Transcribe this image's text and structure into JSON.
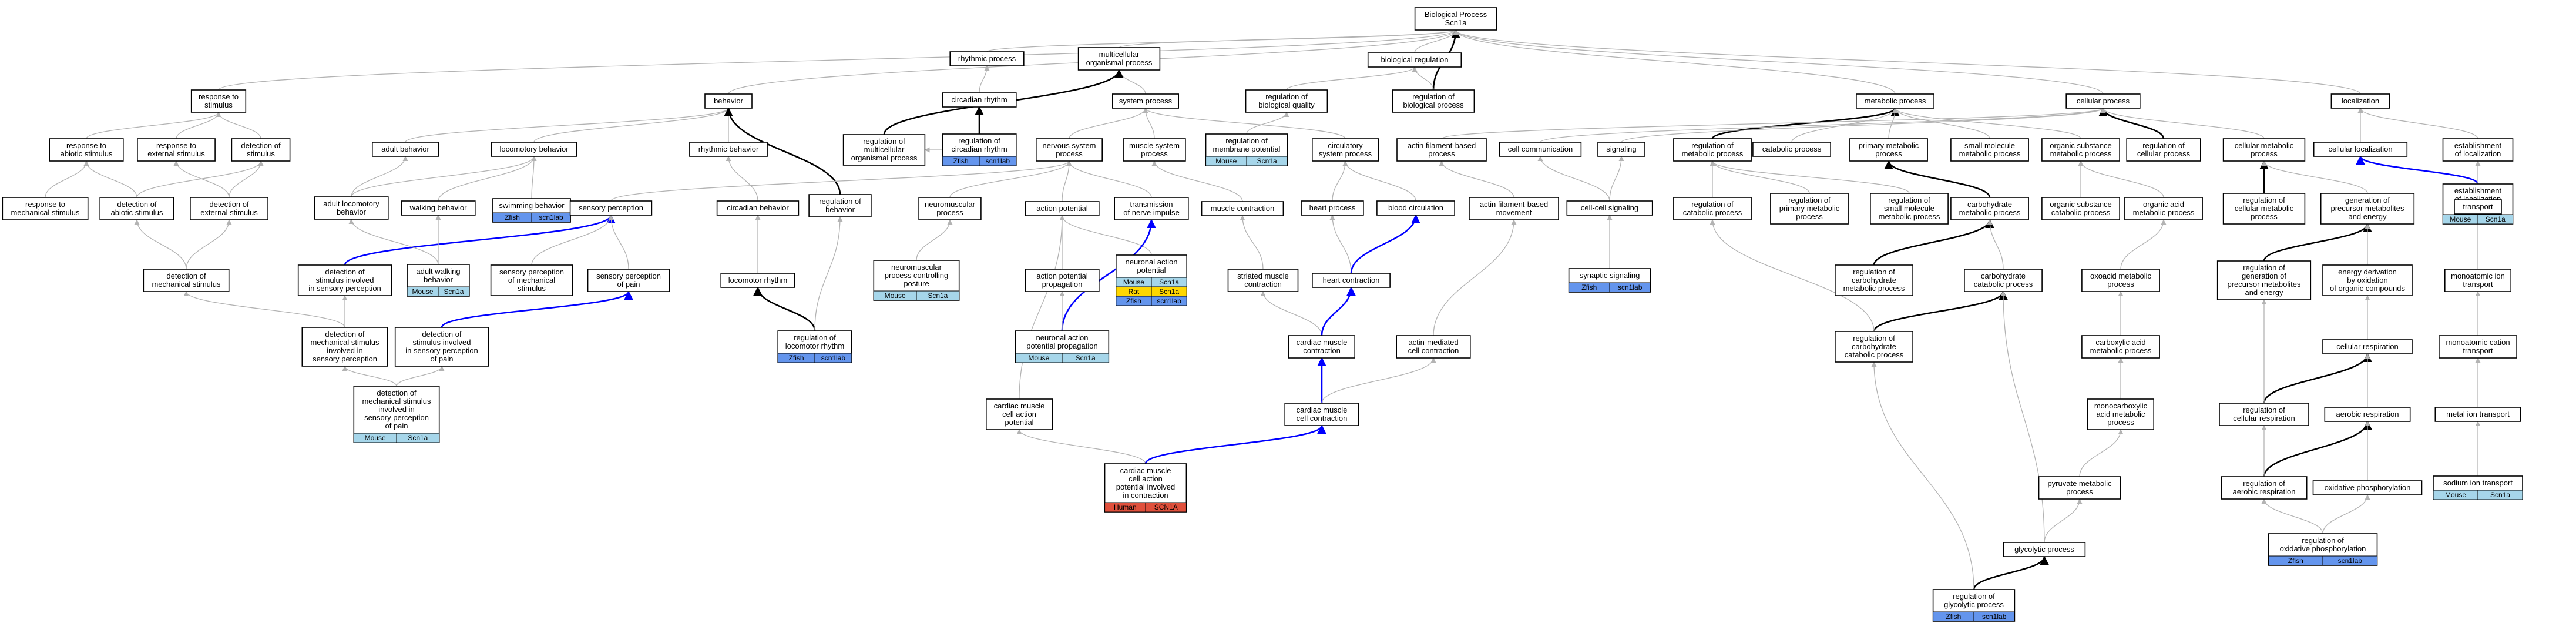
{
  "colors": {
    "Mouse": "#a6d6ea",
    "Zfish": "#6495ed",
    "Rat": "#ffd700",
    "Human": "#e0503c",
    "edge_default": "#b3b3b3",
    "edge_highlight": "#000000",
    "edge_blue": "#0000ff"
  },
  "nodes": [
    {
      "id": "bp",
      "label": [
        "Biological Process",
        "Scn1a"
      ]
    },
    {
      "id": "rhythmic",
      "label": [
        "rhythmic process"
      ]
    },
    {
      "id": "multicell",
      "label": [
        "multicellular",
        "organismal process"
      ]
    },
    {
      "id": "bioreg",
      "label": [
        "biological regulation"
      ]
    },
    {
      "id": "response",
      "label": [
        "response to",
        "stimulus"
      ]
    },
    {
      "id": "behavior",
      "label": [
        "behavior"
      ]
    },
    {
      "id": "circadian",
      "label": [
        "circadian rhythm"
      ]
    },
    {
      "id": "system",
      "label": [
        "system process"
      ]
    },
    {
      "id": "regbioqual",
      "label": [
        "regulation of",
        "biological quality"
      ]
    },
    {
      "id": "regbioproc",
      "label": [
        "regulation of",
        "biological process"
      ]
    },
    {
      "id": "metabolic",
      "label": [
        "metabolic process"
      ]
    },
    {
      "id": "cellular",
      "label": [
        "cellular process"
      ]
    },
    {
      "id": "localization",
      "label": [
        "localization"
      ]
    },
    {
      "id": "resp_abiotic",
      "label": [
        "response to",
        "abiotic stimulus"
      ]
    },
    {
      "id": "resp_external",
      "label": [
        "response to",
        "external stimulus"
      ]
    },
    {
      "id": "det_stimulus",
      "label": [
        "detection of",
        "stimulus"
      ]
    },
    {
      "id": "adult_beh",
      "label": [
        "adult behavior"
      ]
    },
    {
      "id": "locomotory_beh",
      "label": [
        "locomotory behavior"
      ]
    },
    {
      "id": "rhythmic_beh",
      "label": [
        "rhythmic behavior"
      ]
    },
    {
      "id": "reg_behavior",
      "label": [
        "regulation of",
        "behavior"
      ]
    },
    {
      "id": "reg_multicell",
      "label": [
        "regulation of",
        "multicellular",
        "organismal process"
      ]
    },
    {
      "id": "reg_circadian",
      "label": [
        "regulation of",
        "circadian rhythm"
      ],
      "species": [
        "Zfish",
        "scn1lab"
      ]
    },
    {
      "id": "nervous",
      "label": [
        "nervous system",
        "process"
      ]
    },
    {
      "id": "muscle_sys",
      "label": [
        "muscle system",
        "process"
      ]
    },
    {
      "id": "reg_membrane",
      "label": [
        "regulation of",
        "membrane potential"
      ],
      "species": [
        "Mouse",
        "Scn1a"
      ]
    },
    {
      "id": "circulatory",
      "label": [
        "circulatory",
        "system process"
      ]
    },
    {
      "id": "actin_based",
      "label": [
        "actin filament-based",
        "process"
      ]
    },
    {
      "id": "cell_comm",
      "label": [
        "cell communication"
      ]
    },
    {
      "id": "signaling",
      "label": [
        "signaling"
      ]
    },
    {
      "id": "reg_metabolic",
      "label": [
        "regulation of",
        "metabolic process"
      ]
    },
    {
      "id": "catabolic",
      "label": [
        "catabolic process"
      ]
    },
    {
      "id": "primary_met",
      "label": [
        "primary metabolic",
        "process"
      ]
    },
    {
      "id": "small_mol",
      "label": [
        "small molecule",
        "metabolic process"
      ]
    },
    {
      "id": "organic_sub",
      "label": [
        "organic substance",
        "metabolic process"
      ]
    },
    {
      "id": "reg_cellular",
      "label": [
        "regulation of",
        "cellular process"
      ]
    },
    {
      "id": "cell_met",
      "label": [
        "cellular metabolic",
        "process"
      ]
    },
    {
      "id": "cell_loc",
      "label": [
        "cellular localization"
      ]
    },
    {
      "id": "estab_loc",
      "label": [
        "establishment",
        "of localization"
      ]
    },
    {
      "id": "resp_mech",
      "label": [
        "response to",
        "mechanical stimulus"
      ]
    },
    {
      "id": "det_abiotic",
      "label": [
        "detection of",
        "abiotic stimulus"
      ]
    },
    {
      "id": "det_external",
      "label": [
        "detection of",
        "external stimulus"
      ]
    },
    {
      "id": "adult_loco",
      "label": [
        "adult locomotory",
        "behavior"
      ]
    },
    {
      "id": "walking",
      "label": [
        "walking behavior"
      ]
    },
    {
      "id": "swimming",
      "label": [
        "swimming behavior"
      ],
      "species": [
        "Zfish",
        "scn1lab"
      ]
    },
    {
      "id": "sensory_perc",
      "label": [
        "sensory perception"
      ]
    },
    {
      "id": "circadian_beh",
      "label": [
        "circadian behavior"
      ]
    },
    {
      "id": "reg_loco_rhythm_parent",
      "label": [
        "regulation of",
        "behavior"
      ]
    },
    {
      "id": "action_pot",
      "label": [
        "action potential"
      ]
    },
    {
      "id": "transmission",
      "label": [
        "transmission",
        "of nerve impulse"
      ]
    },
    {
      "id": "neuromuscular",
      "label": [
        "neuromuscular",
        "process"
      ]
    },
    {
      "id": "muscle_contr",
      "label": [
        "muscle contraction"
      ]
    },
    {
      "id": "heart_proc",
      "label": [
        "heart process"
      ]
    },
    {
      "id": "blood_circ",
      "label": [
        "blood circulation"
      ]
    },
    {
      "id": "actin_movement",
      "label": [
        "actin filament-based",
        "movement"
      ]
    },
    {
      "id": "cell_cell_sig",
      "label": [
        "cell-cell signaling"
      ]
    },
    {
      "id": "reg_catabolic",
      "label": [
        "regulation of",
        "catabolic process"
      ]
    },
    {
      "id": "reg_primary",
      "label": [
        "regulation of",
        "primary metabolic",
        "process"
      ]
    },
    {
      "id": "reg_small_mol",
      "label": [
        "regulation of",
        "small molecule",
        "metabolic process"
      ]
    },
    {
      "id": "carbohydrate_met",
      "label": [
        "carbohydrate",
        "metabolic process"
      ]
    },
    {
      "id": "organic_sub_cat",
      "label": [
        "organic substance",
        "catabolic process"
      ]
    },
    {
      "id": "organic_acid",
      "label": [
        "organic acid",
        "metabolic process"
      ]
    },
    {
      "id": "reg_cell_met",
      "label": [
        "regulation of",
        "cellular metabolic",
        "process"
      ]
    },
    {
      "id": "gen_precursor",
      "label": [
        "generation of",
        "precursor metabolites",
        "and energy"
      ]
    },
    {
      "id": "estab_loc_cell",
      "label": [
        "establishment",
        "of localization",
        "in cell"
      ],
      "species": [
        "Mouse",
        "Scn1a"
      ]
    },
    {
      "id": "transport",
      "label": [
        "transport"
      ]
    },
    {
      "id": "det_mech",
      "label": [
        "detection of",
        "mechanical stimulus"
      ]
    },
    {
      "id": "det_stim_sensory",
      "label": [
        "detection of",
        "stimulus involved",
        "in sensory perception"
      ]
    },
    {
      "id": "adult_walking",
      "label": [
        "adult walking",
        "behavior"
      ],
      "species": [
        "Mouse",
        "Scn1a"
      ]
    },
    {
      "id": "sens_perc_mech",
      "label": [
        "sensory perception",
        "of mechanical",
        "stimulus"
      ]
    },
    {
      "id": "sens_perc_pain",
      "label": [
        "sensory perception",
        "of pain"
      ]
    },
    {
      "id": "locomotor_rhythm",
      "label": [
        "locomotor rhythm"
      ]
    },
    {
      "id": "neuromusc_posture",
      "label": [
        "neuromuscular",
        "process controlling",
        "posture"
      ],
      "species": [
        "Mouse",
        "Scn1a"
      ]
    },
    {
      "id": "ap_propagation",
      "label": [
        "action potential",
        "propagation"
      ]
    },
    {
      "id": "neuronal_ap",
      "label": [
        "neuronal action",
        "potential"
      ],
      "species3": [
        [
          "Mouse",
          "Scn1a"
        ],
        [
          "Rat",
          "Scn1a"
        ],
        [
          "Zfish",
          "scn1lab"
        ]
      ]
    },
    {
      "id": "striated",
      "label": [
        "striated muscle",
        "contraction"
      ]
    },
    {
      "id": "heart_contr",
      "label": [
        "heart contraction"
      ]
    },
    {
      "id": "synaptic",
      "label": [
        "synaptic signaling"
      ],
      "species": [
        "Zfish",
        "scn1lab"
      ]
    },
    {
      "id": "reg_carb_met",
      "label": [
        "regulation of",
        "carbohydrate",
        "metabolic process"
      ]
    },
    {
      "id": "carb_cat",
      "label": [
        "carbohydrate",
        "catabolic process"
      ]
    },
    {
      "id": "oxoacid",
      "label": [
        "oxoacid metabolic",
        "process"
      ]
    },
    {
      "id": "reg_gen_precursor",
      "label": [
        "regulation of",
        "generation of",
        "precursor metabolites",
        "and energy"
      ]
    },
    {
      "id": "energy_deriv",
      "label": [
        "energy derivation",
        "by oxidation",
        "of organic compounds"
      ]
    },
    {
      "id": "monoatomic_ion",
      "label": [
        "monoatomic ion",
        "transport"
      ]
    },
    {
      "id": "det_mech_sensory",
      "label": [
        "detection of",
        "mechanical stimulus",
        "involved in",
        "sensory perception"
      ]
    },
    {
      "id": "det_stim_pain",
      "label": [
        "detection of",
        "stimulus involved",
        "in sensory perception",
        "of pain"
      ]
    },
    {
      "id": "reg_loco_rhythm",
      "label": [
        "regulation of",
        "locomotor rhythm"
      ],
      "species": [
        "Zfish",
        "scn1lab"
      ]
    },
    {
      "id": "neuronal_ap_prop",
      "label": [
        "neuronal action",
        "potential propagation"
      ],
      "species": [
        "Mouse",
        "Scn1a"
      ]
    },
    {
      "id": "cardiac_muscle_contr",
      "label": [
        "cardiac muscle",
        "contraction"
      ]
    },
    {
      "id": "actin_mediated",
      "label": [
        "actin-mediated",
        "cell contraction"
      ]
    },
    {
      "id": "reg_carb_cat",
      "label": [
        "regulation of",
        "carbohydrate",
        "catabolic process"
      ]
    },
    {
      "id": "carboxylic",
      "label": [
        "carboxylic acid",
        "metabolic process"
      ]
    },
    {
      "id": "cell_resp",
      "label": [
        "cellular respiration"
      ]
    },
    {
      "id": "monoatomic_cation",
      "label": [
        "monoatomic cation",
        "transport"
      ]
    },
    {
      "id": "det_mech_pain",
      "label": [
        "detection of",
        "mechanical stimulus",
        "involved in",
        "sensory perception",
        "of pain"
      ],
      "species": [
        "Mouse",
        "Scn1a"
      ]
    },
    {
      "id": "cardiac_ap",
      "label": [
        "cardiac muscle",
        "cell action",
        "potential"
      ]
    },
    {
      "id": "cardiac_cell_contr",
      "label": [
        "cardiac muscle",
        "cell contraction"
      ]
    },
    {
      "id": "monocarboxylic",
      "label": [
        "monocarboxylic",
        "acid metabolic",
        "process"
      ]
    },
    {
      "id": "reg_cell_resp",
      "label": [
        "regulation of",
        "cellular respiration"
      ]
    },
    {
      "id": "aerobic",
      "label": [
        "aerobic respiration"
      ]
    },
    {
      "id": "metal_ion",
      "label": [
        "metal ion transport"
      ]
    },
    {
      "id": "cardiac_cell_ap",
      "label": [
        "cardiac muscle",
        "cell action",
        "potential involved",
        "in contraction"
      ],
      "species": [
        "Human",
        "SCN1A"
      ]
    },
    {
      "id": "pyruvate",
      "label": [
        "pyruvate metabolic",
        "process"
      ]
    },
    {
      "id": "reg_aerobic",
      "label": [
        "regulation of",
        "aerobic respiration"
      ]
    },
    {
      "id": "oxphos",
      "label": [
        "oxidative phosphorylation"
      ]
    },
    {
      "id": "sodium_ion",
      "label": [
        "sodium ion transport"
      ],
      "species": [
        "Mouse",
        "Scn1a"
      ]
    },
    {
      "id": "glycolytic",
      "label": [
        "glycolytic process"
      ]
    },
    {
      "id": "reg_oxphos",
      "label": [
        "regulation of",
        "oxidative phosphorylation"
      ],
      "species": [
        "Zfish",
        "scn1lab"
      ]
    },
    {
      "id": "reg_glycolytic",
      "label": [
        "regulation of",
        "glycolytic process"
      ],
      "species": [
        "Zfish",
        "scn1lab"
      ]
    }
  ]
}
